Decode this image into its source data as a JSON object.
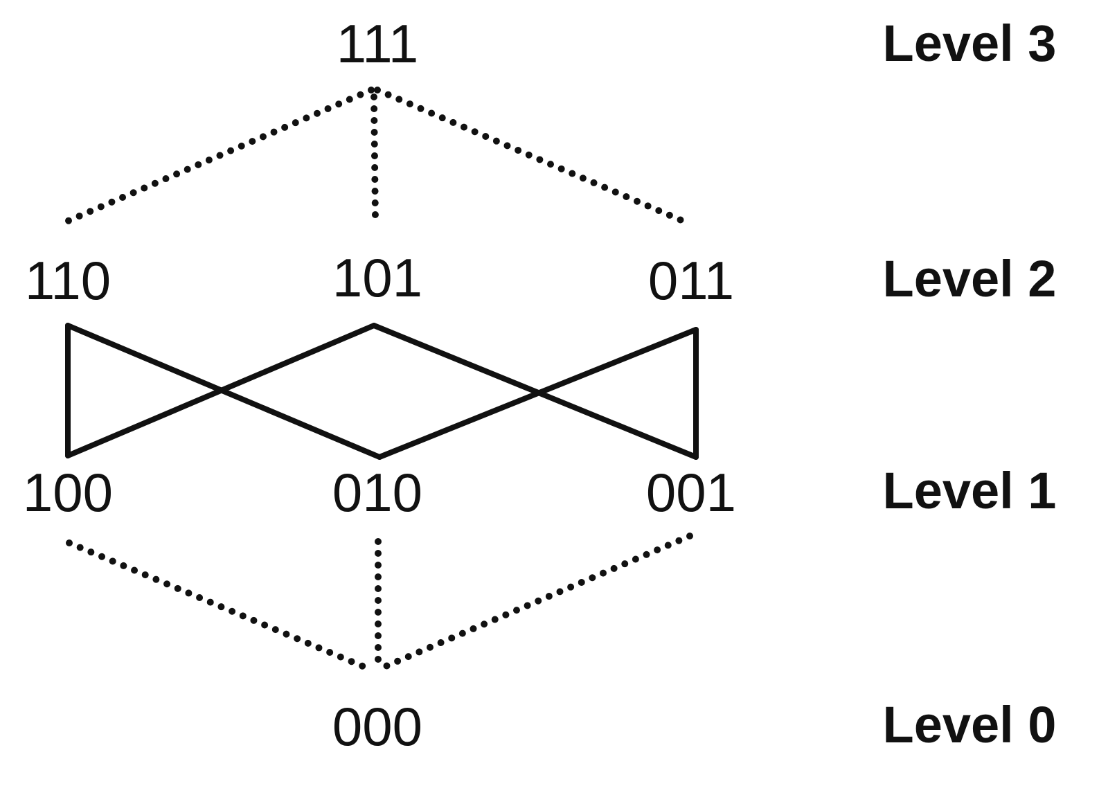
{
  "nodes": {
    "n111": "111",
    "n110": "110",
    "n101": "101",
    "n011": "011",
    "n100": "100",
    "n010": "010",
    "n001": "001",
    "n000": "000"
  },
  "levels": [
    "Level 3",
    "Level 2",
    "Level 1",
    "Level 0"
  ],
  "edges": {
    "dotted": [
      [
        "111",
        "110"
      ],
      [
        "111",
        "101"
      ],
      [
        "111",
        "011"
      ],
      [
        "100",
        "000"
      ],
      [
        "010",
        "000"
      ],
      [
        "001",
        "000"
      ]
    ],
    "solid": [
      [
        "110",
        "100"
      ],
      [
        "110",
        "010"
      ],
      [
        "101",
        "100"
      ],
      [
        "101",
        "001"
      ],
      [
        "011",
        "010"
      ],
      [
        "011",
        "001"
      ]
    ]
  }
}
